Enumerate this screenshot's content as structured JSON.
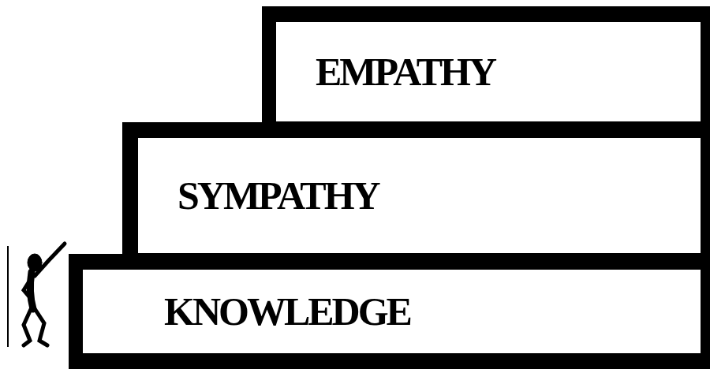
{
  "diagram": {
    "nodes": [
      {
        "text": [
          "EMPATHY"
        ]
      },
      {
        "text": [
          "SYMPATHY"
        ]
      },
      {
        "text": [
          "KNOWLEDGE"
        ]
      }
    ]
  }
}
